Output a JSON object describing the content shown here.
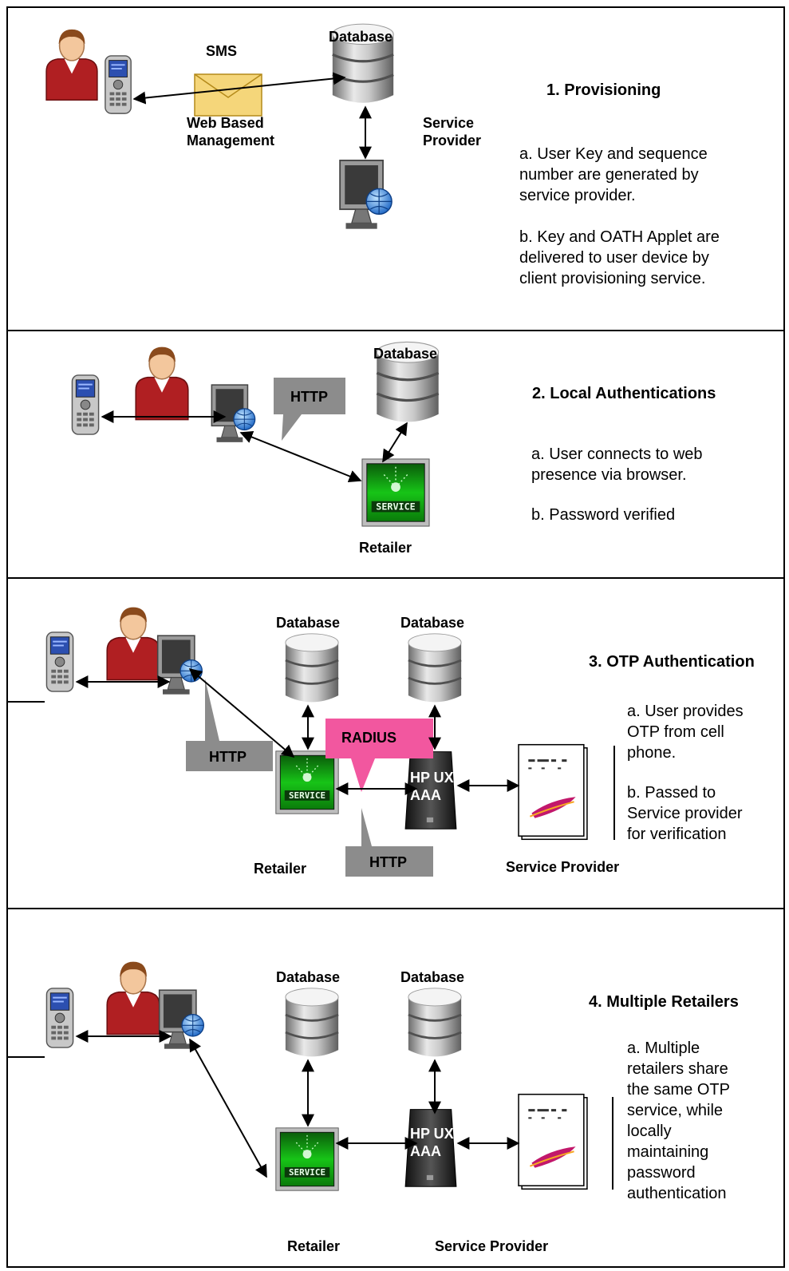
{
  "colors": {
    "border": "#000000",
    "http_callout": "#8c8c8c",
    "radius_callout": "#f2579f",
    "db_grey": "#b8b8b8",
    "person_shirt": "#b01f22",
    "service_green": "#0ea10e"
  },
  "panels": [
    {
      "heading": "1. Provisioning",
      "desc_a": "a. User Key and sequence\nnumber are generated by\nservice provider.",
      "desc_b": "b. Key and OATH Applet are\ndelivered to user device by\nclient provisioning service.",
      "label_sms": "SMS",
      "label_web": "Web Based\nManagement",
      "label_db": "Database",
      "label_sp": "Service\nProvider"
    },
    {
      "heading": "2. Local Authentications",
      "desc_a": "a. User connects to web\npresence via browser.",
      "desc_b": "b. Password verified",
      "label_http": "HTTP",
      "label_db": "Database",
      "label_retailer": "Retailer"
    },
    {
      "heading": "3. OTP Authentication",
      "desc_a": "a. User provides\nOTP from cell\nphone.",
      "desc_b": "b. Passed to\nService provider\nfor verification",
      "label_db1": "Database",
      "label_db2": "Database",
      "label_http1": "HTTP",
      "label_http2": "HTTP",
      "label_radius": "RADIUS",
      "label_aaa": "HP UX\nAAA",
      "label_retailer": "Retailer",
      "label_sp": "Service Provider"
    },
    {
      "heading": "4. Multiple Retailers",
      "desc": "a. Multiple\nretailers share\nthe same OTP\nservice, while\nlocally\nmaintaining\npassword\nauthentication",
      "label_db1": "Database",
      "label_db2": "Database",
      "label_aaa": "HP UX\nAAA",
      "label_retailer": "Retailer",
      "label_sp": "Service Provider"
    }
  ],
  "icons": [
    "person-icon",
    "cell-phone-icon",
    "sms-envelope-icon",
    "database-icon",
    "web-monitor-icon",
    "service-screen-icon",
    "aaa-server-icon",
    "document-icon"
  ]
}
